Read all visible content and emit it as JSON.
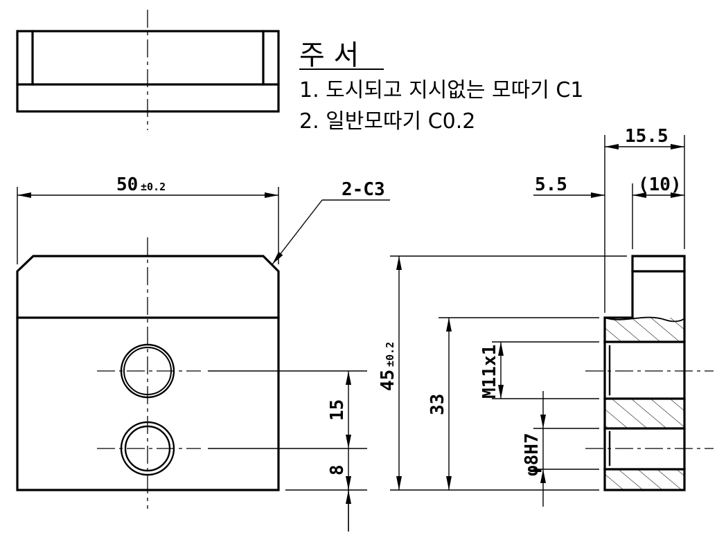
{
  "notes": {
    "title": "주 서",
    "line1": "1. 도시되고 지시없는 모따기 C1",
    "line2": "2. 일반모따기 C0.2"
  },
  "dimensions": {
    "width_main": "50",
    "width_tol": "±0.2",
    "chamfer": "2-C3",
    "hole_spacing": "15",
    "hole_offset": "8",
    "height_main": "45",
    "height_tol": "±0.2",
    "height_hatched": "33",
    "thread": "M11x1",
    "bore": "φ8H7",
    "total_depth": "15.5",
    "step_depth": "5.5",
    "ref_depth": "(10)"
  }
}
